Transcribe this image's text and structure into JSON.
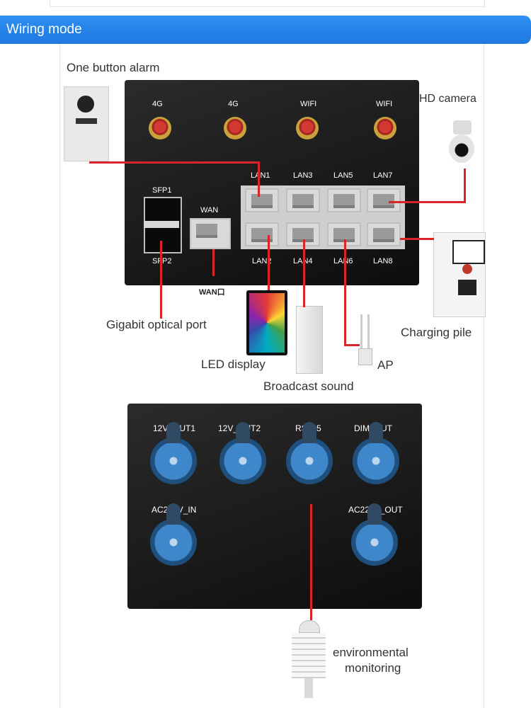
{
  "header": {
    "title": "Wiring mode"
  },
  "devices": {
    "one_button_alarm": "One button alarm",
    "hd_camera": "HD camera",
    "charging_pile": "Charging pile",
    "gigabit_optical_port": "Gigabit optical port",
    "led_display": "LED display",
    "broadcast_sound": "Broadcast sound",
    "ap": "AP",
    "environmental_monitoring_1": "environmental",
    "environmental_monitoring_2": "monitoring"
  },
  "router": {
    "antennas": [
      "4G",
      "4G",
      "WIFI",
      "WIFI"
    ],
    "sfp": [
      "SFP1",
      "SFP2"
    ],
    "wan": "WAN",
    "wan_port_label": "WAN口",
    "lan_top": [
      "LAN1",
      "LAN3",
      "LAN5",
      "LAN7"
    ],
    "lan_bottom": [
      "LAN2",
      "LAN4",
      "LAN6",
      "LAN8"
    ]
  },
  "power_box": {
    "ports_top": [
      "12V_OUT1",
      "12V_OUT2",
      "RS485",
      "DIM_OUT"
    ],
    "ports_bottom": [
      "AC220V_IN",
      "AC220V_OUT"
    ]
  },
  "colors": {
    "banner": "#1e78e0",
    "wire": "#d9252a",
    "connector": "#3f87cb"
  }
}
